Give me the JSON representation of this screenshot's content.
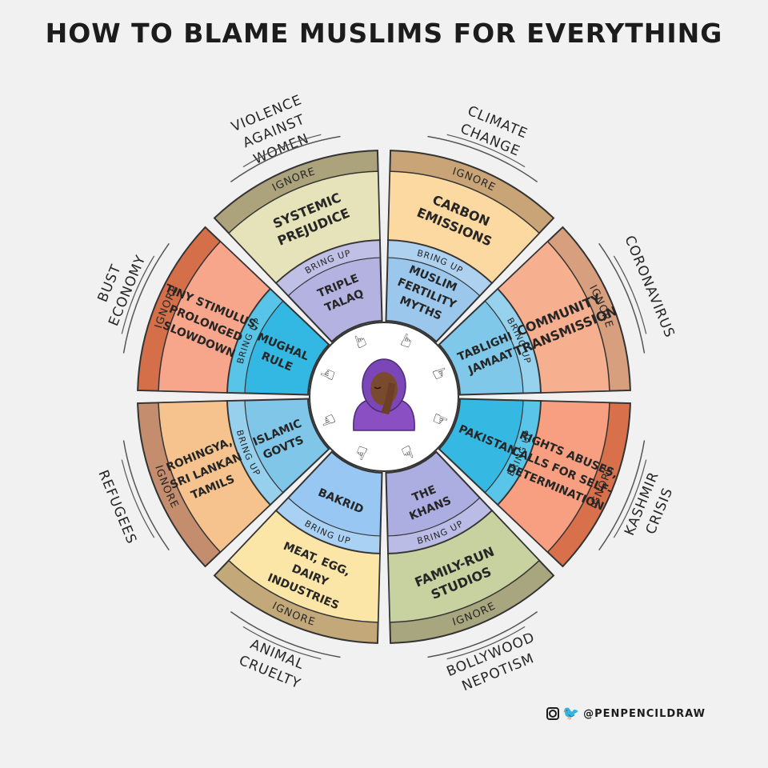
{
  "title": "HOW TO BLAME MUSLIMS FOR EVERYTHING",
  "ignore_label": "IGNORE",
  "bring_up_label": "BRING UP",
  "credit": "@PENPENCILDRAW",
  "center_icon": "facepalm-woman-hijab-icon",
  "pointing_icon": "pointing-finger-icon",
  "sectors": [
    {
      "id": "climate",
      "issue": [
        "CLIMATE",
        "CHANGE"
      ],
      "ignore": [
        "CARBON",
        "EMISSIONS"
      ],
      "bring_up": [
        "MUSLIM",
        "FERTILITY",
        "MYTHS"
      ],
      "colors": {
        "outer": "#c9a476",
        "mid": "#fcd9a1",
        "inner": "#9cc7ec"
      }
    },
    {
      "id": "corona",
      "issue": [
        "CORONAVIRUS"
      ],
      "ignore": [
        "COMMUNITY",
        "TRANSMISSION"
      ],
      "bring_up": [
        "TABLIGHI",
        "JAMAAT"
      ],
      "colors": {
        "outer": "#d79f7e",
        "mid": "#f7b08f",
        "inner": "#7fc8ea"
      }
    },
    {
      "id": "kashmir",
      "issue": [
        "KASHMIR",
        "CRISIS"
      ],
      "ignore": [
        "RIGHTS ABUSES,",
        "CALLS FOR SELF-",
        "DETERMINATION"
      ],
      "bring_up": [
        "PAKISTAN"
      ],
      "colors": {
        "outer": "#d9704c",
        "mid": "#f79f80",
        "inner": "#35b9e3"
      }
    },
    {
      "id": "bollywood",
      "issue": [
        "BOLLYWOOD",
        "NEPOTISM"
      ],
      "ignore": [
        "FAMILY-RUN",
        "STUDIOS"
      ],
      "bring_up": [
        "THE",
        "KHANS"
      ],
      "colors": {
        "outer": "#a7a67f",
        "mid": "#c8d2a1",
        "inner": "#acaee1"
      }
    },
    {
      "id": "animal",
      "issue": [
        "ANIMAL",
        "CRUELTY"
      ],
      "ignore": [
        "MEAT, EGG,",
        "DAIRY",
        "INDUSTRIES"
      ],
      "bring_up": [
        "BAKRID"
      ],
      "colors": {
        "outer": "#c3a97a",
        "mid": "#fbe6a8",
        "inner": "#97c7f2"
      }
    },
    {
      "id": "refugees",
      "issue": [
        "REFUGEES"
      ],
      "ignore": [
        "ROHINGYA,",
        "SRI LANKAN",
        "TAMILS"
      ],
      "bring_up": [
        "ISLAMIC",
        "GOVTS"
      ],
      "colors": {
        "outer": "#c48e6e",
        "mid": "#f6c38e",
        "inner": "#7fc6e8"
      }
    },
    {
      "id": "economy",
      "issue": [
        "BUST",
        "ECONOMY"
      ],
      "ignore": [
        "TINY STIMULUS,",
        "PROLONGED",
        "SLOWDOWN"
      ],
      "bring_up": [
        "MUGHAL",
        "RULE"
      ],
      "colors": {
        "outer": "#d46f4a",
        "mid": "#f7a58b",
        "inner": "#33b8e3"
      }
    },
    {
      "id": "violence",
      "issue": [
        "VIOLENCE",
        "AGAINST",
        "WOMEN"
      ],
      "ignore": [
        "SYSTEMIC",
        "PREJUDICE"
      ],
      "bring_up": [
        "TRIPLE",
        "TALAQ"
      ],
      "colors": {
        "outer": "#aca27b",
        "mid": "#e6e3ba",
        "inner": "#b3b2e1"
      }
    }
  ]
}
